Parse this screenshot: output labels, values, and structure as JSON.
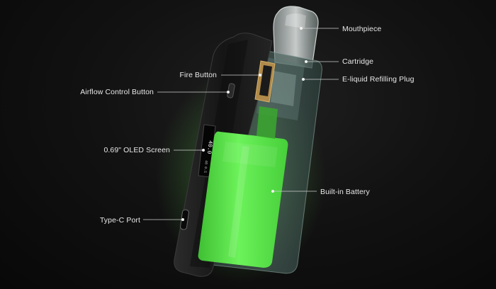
{
  "callouts": {
    "mouthpiece": "Mouthpiece",
    "cartridge": "Cartridge",
    "eliquid_plug": "E-liquid Refilling Plug",
    "fire_button": "Fire Button",
    "airflow_button": "Airflow Control Button",
    "oled_screen": "0.69\" OLED Screen",
    "battery": "Built-in Battery",
    "typec_port": "Type-C Port"
  },
  "screen_readout": {
    "watts": "40.0",
    "extra": "40 0.5"
  },
  "colors": {
    "background": "#0c0c0c",
    "battery_green": "#5be84a",
    "frame_dark": "#1a1a1a",
    "accent_gold": "#b08a4a",
    "callout_line": "#cfcfcf"
  },
  "icons": {
    "callout_dot": "callout-dot"
  }
}
